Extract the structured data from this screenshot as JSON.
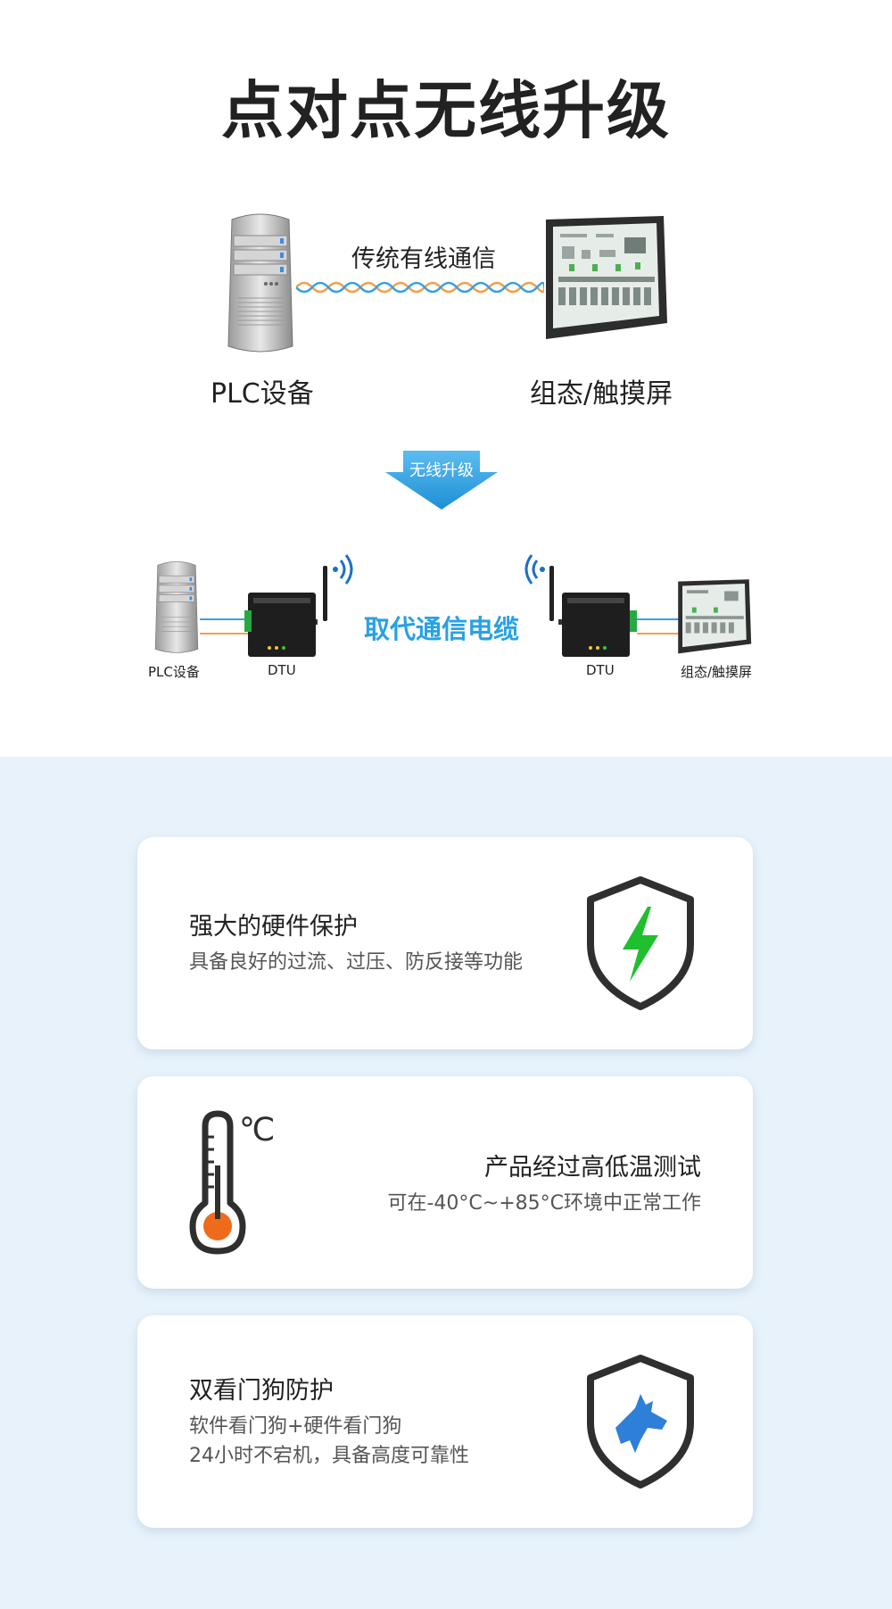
{
  "title": "点对点无线升级",
  "top_diagram": {
    "wired_label": "传统有线通信",
    "plc_label": "PLC设备",
    "screen_label": "组态/触摸屏",
    "arrow_label": "无线升级",
    "replace_label": "取代通信电缆",
    "plc_small_label": "PLC设备",
    "dtu_left_label": "DTU",
    "dtu_right_label": "DTU",
    "screen_small_label": "组态/触摸屏"
  },
  "features": [
    {
      "title": "强大的硬件保护",
      "lines": [
        "具备良好的过流、过压、防反接等功能"
      ],
      "icon": "shield-lightning-icon"
    },
    {
      "title": "产品经过高低温测试",
      "lines": [
        "可在-40°C~+85°C环境中正常工作"
      ],
      "icon": "thermometer-icon"
    },
    {
      "title": "双看门狗防护",
      "lines": [
        "软件看门狗+硬件看门狗",
        "24小时不宕机，具备高度可靠性"
      ],
      "icon": "shield-dog-icon"
    }
  ],
  "colors": {
    "accent_blue": "#29a1e2",
    "bottom_bg": "#e7f2fb",
    "lightning_green": "#1fbf2e",
    "thermo_orange": "#ee6b1c",
    "wave_orange": "#f0a04b",
    "wave_blue": "#3aa0e3"
  }
}
